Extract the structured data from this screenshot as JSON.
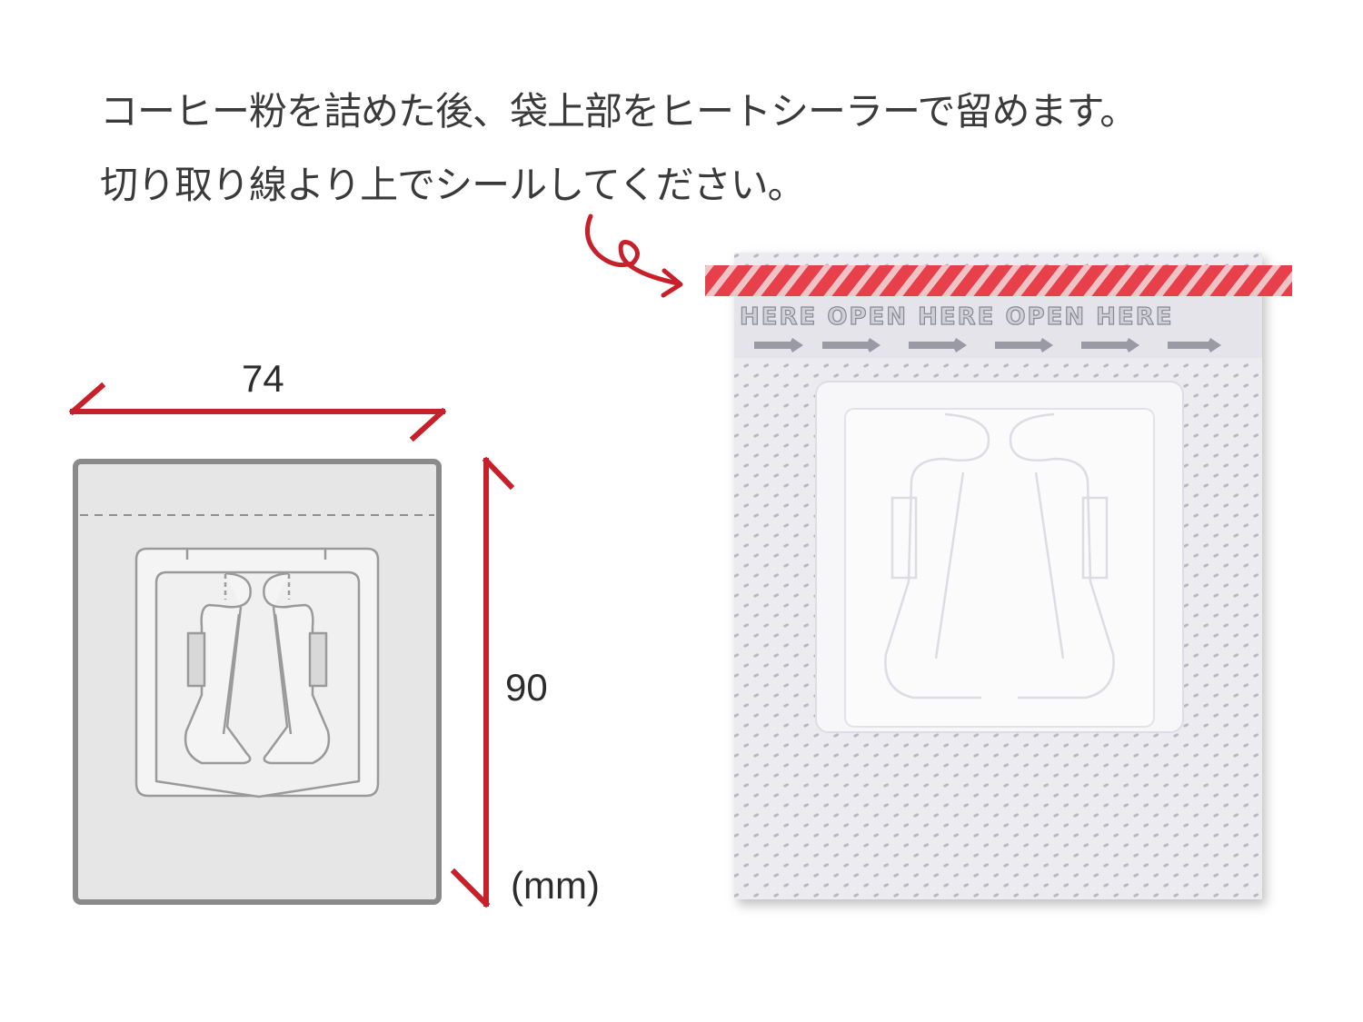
{
  "instructions": {
    "line1": "コーヒー粉を詰めた後、袋上部をヒートシーラーで留めます。",
    "line2": "切り取り線より上でシールしてください。"
  },
  "dimensions": {
    "width": "74",
    "height": "90",
    "unit": "(mm)"
  },
  "photo": {
    "print_text": "HERE OPEN HERE OPEN HERE"
  },
  "colors": {
    "accent_red": "#c8202a",
    "seal_stripe": "#e8404a",
    "diagram_fill": "#e6e6e6",
    "diagram_stroke": "#8a8a8a",
    "filter_paper": "#ececf0"
  }
}
